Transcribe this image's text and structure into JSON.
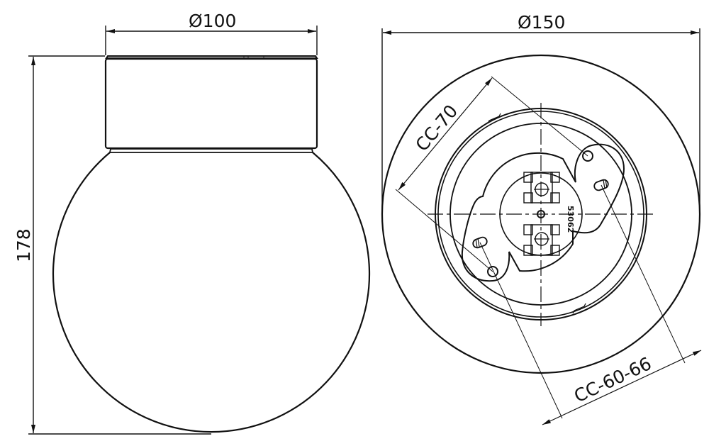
{
  "drawing": {
    "side_view": {
      "cap_diameter_label": "Ø100",
      "height_label": "178"
    },
    "bottom_view": {
      "outer_diameter_label": "Ø150",
      "cc_upper_label": "CC-70",
      "cc_lower_label": "CC-60-66",
      "part_number": "53062"
    }
  },
  "colors": {
    "line": "#111111",
    "background": "#ffffff"
  }
}
